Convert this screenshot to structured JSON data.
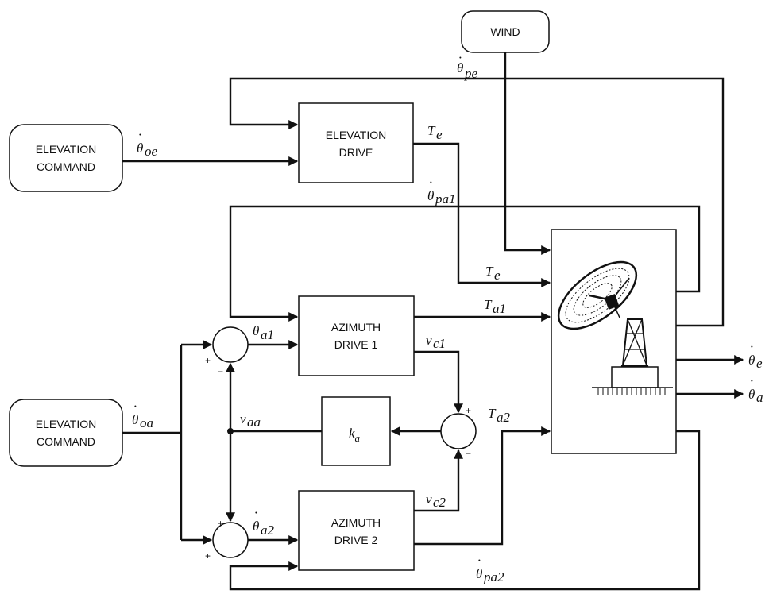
{
  "blocks": {
    "wind": "WIND",
    "elev_cmd_1": [
      "ELEVATION",
      "COMMAND"
    ],
    "elev_drive": [
      "ELEVATION",
      "DRIVE"
    ],
    "elev_cmd_2": [
      "ELEVATION",
      "COMMAND"
    ],
    "az_drive_1": [
      "AZIMUTH",
      "DRIVE 1"
    ],
    "az_drive_2": [
      "AZIMUTH",
      "DRIVE 2"
    ],
    "gain": "k",
    "gain_sub": "a"
  },
  "signals": {
    "theta_pe": "pe",
    "theta_oe": "oe",
    "T_e_out": "e",
    "theta_pa1": "pa1",
    "T_e_in": "e",
    "T_a1": "a1",
    "theta_a1": "a1",
    "v_c1": "c1",
    "theta_e_out": "e",
    "theta_oa": "oa",
    "v_aa": "aa",
    "T_a2": "a2",
    "theta_a_out": "a",
    "theta_a2": "a2",
    "v_c2": "c2",
    "theta_pa2": "pa2"
  },
  "symbols": {
    "theta": "θ",
    "T": "T",
    "v": "v",
    "plus": "+",
    "minus": "−"
  }
}
